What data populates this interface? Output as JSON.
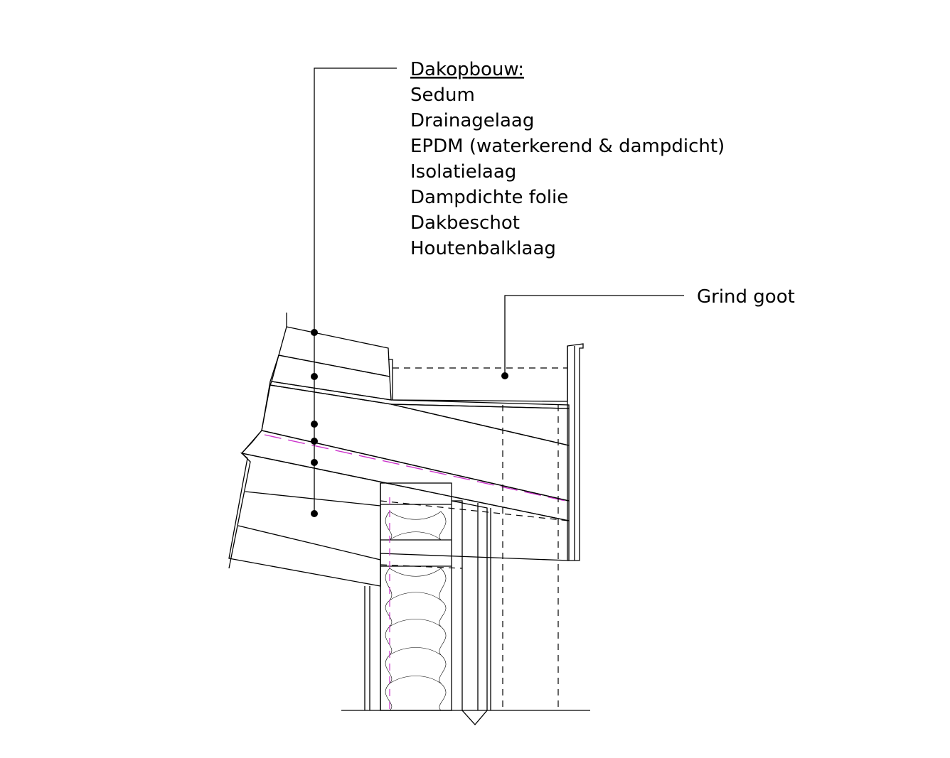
{
  "roof_buildup": {
    "heading": "Dakopbouw:",
    "layers": [
      "Sedum",
      "Drainagelaag",
      "EPDM (waterkerend & dampdicht)",
      "Isolatielaag",
      "Dampdichte folie",
      "Dakbeschot",
      "Houtenbalklaag"
    ]
  },
  "gutter": {
    "label": "Grind goot"
  },
  "colors": {
    "line": "#000000",
    "vapour_barrier": "#cc33cc"
  }
}
